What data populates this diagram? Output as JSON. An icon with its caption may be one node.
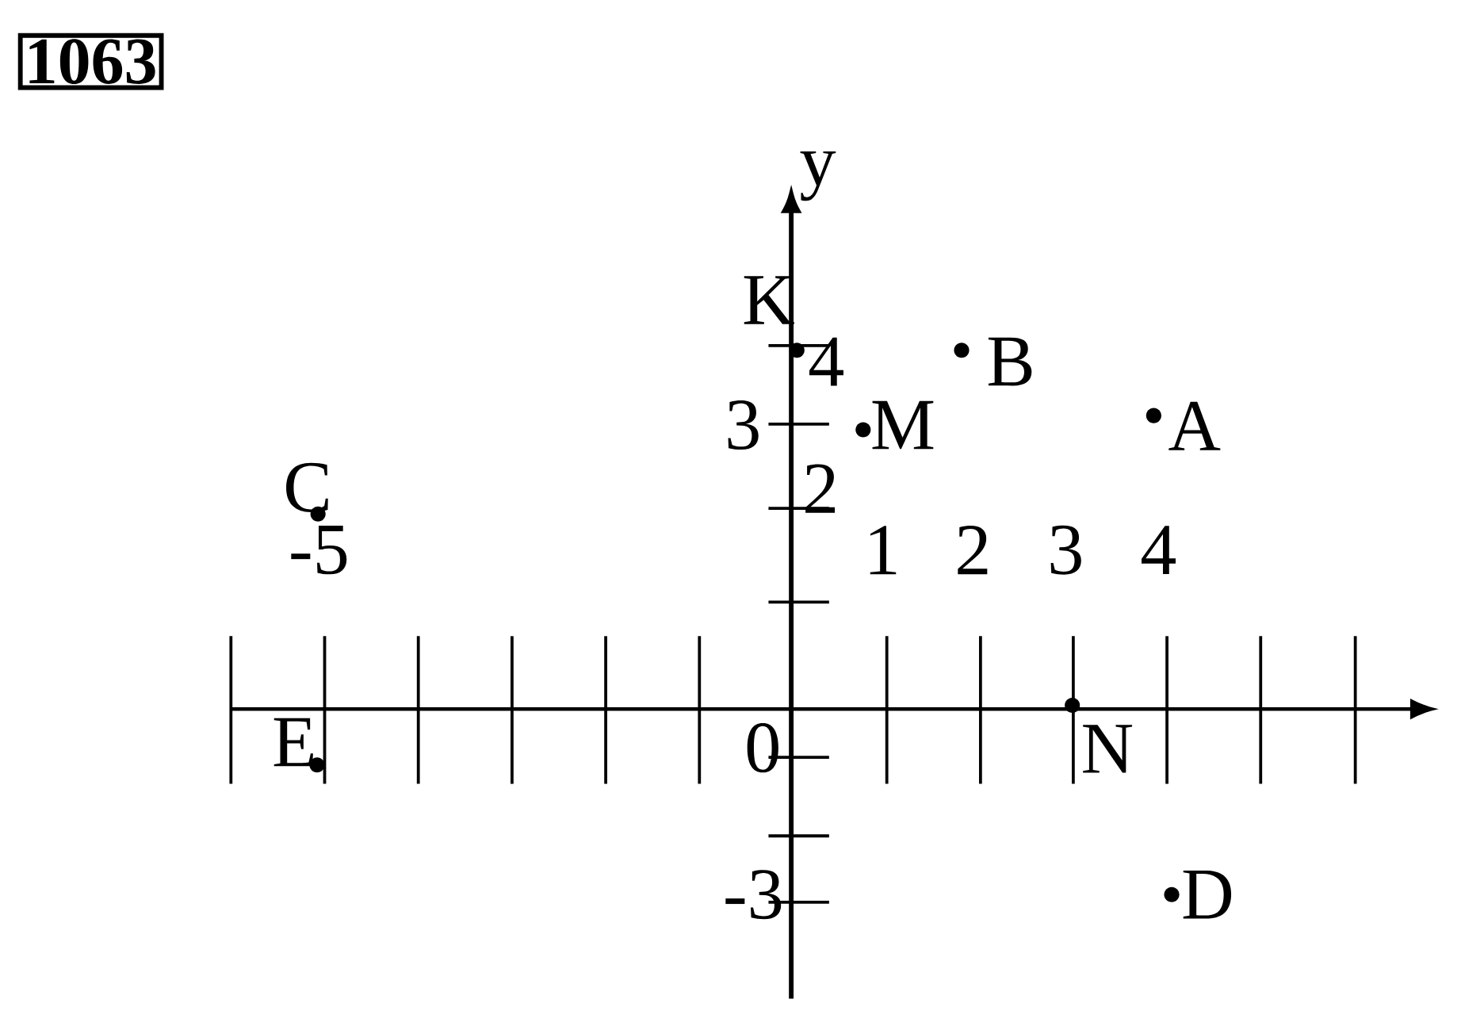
{
  "diagram": {
    "title": "1063",
    "nodes": [
      {
        "text": [],
        "shape": "circle",
        "beside": [
          "K"
        ]
      },
      {
        "text": [],
        "shape": "circle",
        "beside": [
          "B"
        ]
      },
      {
        "text": [],
        "shape": "circle",
        "beside": [
          "M"
        ]
      },
      {
        "text": [],
        "shape": "circle",
        "beside": [
          "A"
        ]
      },
      {
        "text": [],
        "shape": "circle",
        "beside": [
          "C"
        ]
      },
      {
        "text": [],
        "shape": "circle",
        "beside": [
          "E"
        ]
      },
      {
        "text": [],
        "shape": "circle",
        "beside": [
          "N"
        ]
      },
      {
        "text": [],
        "shape": "circle",
        "beside": [
          "D"
        ]
      }
    ],
    "labels": [
      "y",
      "4",
      "3",
      "2",
      "-5",
      "1",
      "2",
      "3",
      "4",
      "0",
      "-3"
    ]
  }
}
